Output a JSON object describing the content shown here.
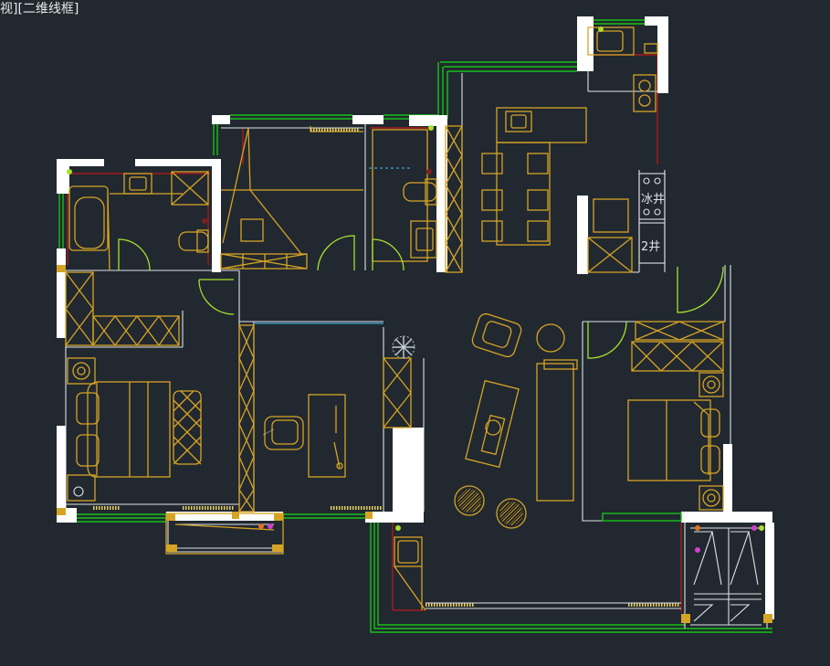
{
  "viewport": {
    "label": "视][二维线框]"
  },
  "labels": {
    "fridge": "冰井",
    "shaft": "2井"
  },
  "colors": {
    "background": "#212830",
    "walls": "#ffffff",
    "furniture": "#d6a424",
    "windows": "#17c117",
    "outline": "#c01818",
    "doors": "#a6e22e"
  }
}
